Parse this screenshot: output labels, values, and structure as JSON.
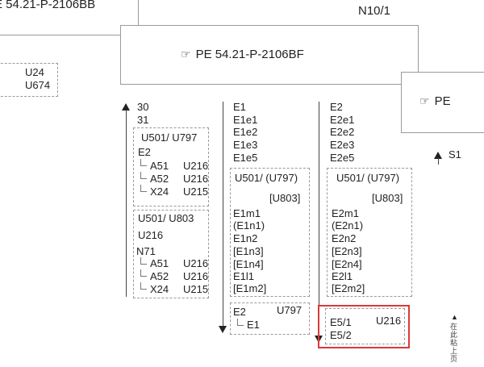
{
  "header": {
    "top_left_ref": "E 54.21-P-2106BB",
    "top_right_label": "N10/1",
    "center_ref_box": {
      "icon": "pointing-hand-icon",
      "text": "PE 54.21-P-2106BF"
    },
    "right_ref_box": {
      "icon": "pointing-hand-icon",
      "text": "PE"
    }
  },
  "left_ref_box": {
    "line1": "U24",
    "line2": "U674"
  },
  "col1": {
    "top_labels": [
      "30",
      "31"
    ],
    "box1": {
      "codes": "U501/ U797",
      "group": "E2",
      "items": [
        {
          "name": "A51",
          "code": "U216"
        },
        {
          "name": "A52",
          "code": "U216"
        },
        {
          "name": "X24",
          "code": "U215"
        }
      ]
    },
    "box2": {
      "codes": "U501/ U803",
      "sub": "U216",
      "group": "N71",
      "items": [
        {
          "name": "A51",
          "code": "U216"
        },
        {
          "name": "A52",
          "code": "U216"
        },
        {
          "name": "X24",
          "code": "U215"
        }
      ]
    }
  },
  "col2": {
    "top_labels": [
      "E1",
      "E1e1",
      "E1e2",
      "E1e3",
      "E1e5"
    ],
    "box1": {
      "codes": "U501/ (U797)",
      "sub": "[U803]",
      "items": [
        "E1m1",
        "(E1n1)",
        "E1n2",
        "[E1n3]",
        "[E1n4]",
        "E1l1",
        "[E1m2]"
      ]
    },
    "box2": {
      "group": "E2",
      "code": "U797",
      "item": "E1"
    }
  },
  "col3": {
    "top_labels": [
      "E2",
      "E2e1",
      "E2e2",
      "E2e3",
      "E2e5"
    ],
    "box1": {
      "codes": "U501/ (U797)",
      "sub": "[U803]",
      "items": [
        "E2m1",
        "(E2n1)",
        "E2n2",
        "[E2n3]",
        "[E2n4]",
        "E2l1",
        "[E2m2]"
      ]
    },
    "box2": {
      "line1": "E5/1",
      "code": "U216",
      "line2": "E5/2"
    }
  },
  "right": {
    "s_label": "S1",
    "vertical_note": "在此粘上页"
  },
  "colors": {
    "highlight": "#d9393b",
    "border": "#9a9a9a"
  }
}
